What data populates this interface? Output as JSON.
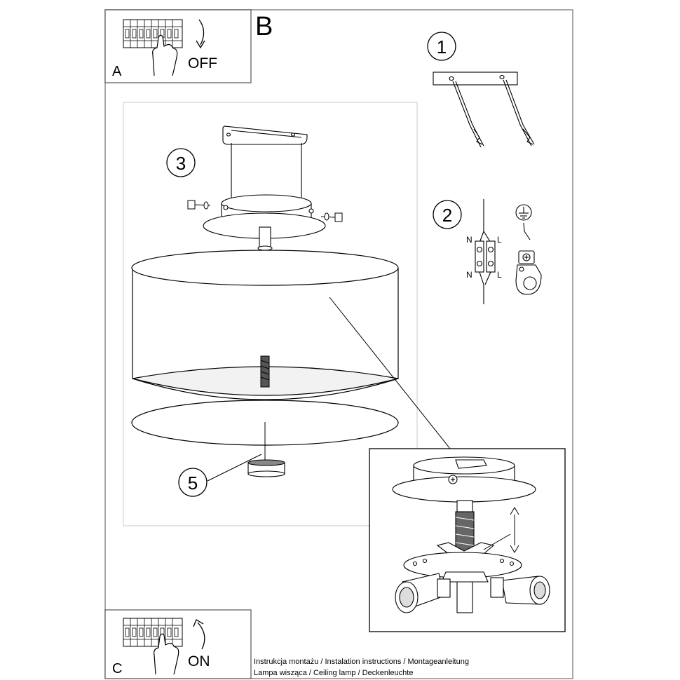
{
  "panel_a": {
    "letter": "A",
    "action": "OFF"
  },
  "panel_b": {
    "letter": "B"
  },
  "panel_c": {
    "letter": "C",
    "action": "ON"
  },
  "steps": {
    "one": "1",
    "two": "2",
    "three": "3",
    "five": "5"
  },
  "wiring": {
    "n_top": "N",
    "l_top": "L",
    "n_bottom": "N",
    "l_bottom": "L"
  },
  "footer": {
    "line1": "Instrukcja montażu / Instalation instructions / Montageanleitung",
    "line2": "Lampa wisząca / Ceiling lamp / Deckenleuchte"
  },
  "colors": {
    "ink": "#000000",
    "frame": "#8c8c8c",
    "inner_frame": "#c8c8c8"
  }
}
